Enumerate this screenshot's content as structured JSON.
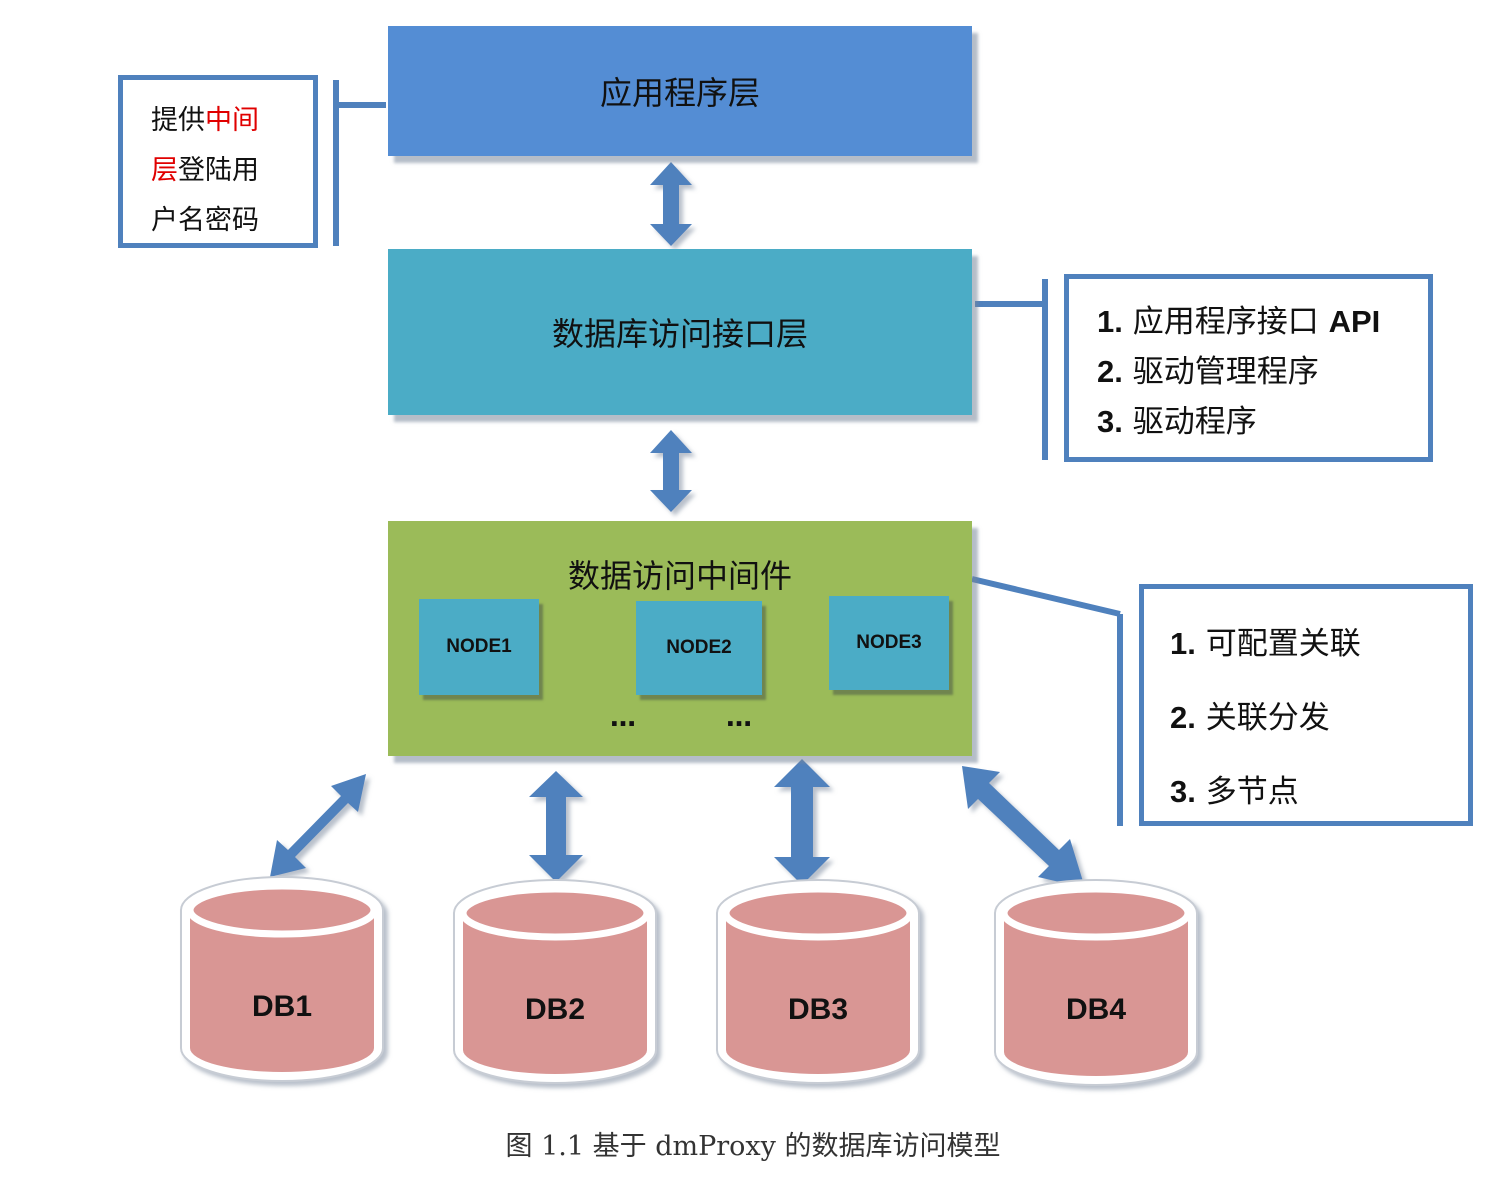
{
  "layers": {
    "application": "应用程序层",
    "access_interface": "数据库访问接口层",
    "middleware": "数据访问中间件"
  },
  "nodes": [
    "NODE1",
    "NODE2",
    "NODE3"
  ],
  "ellipses": [
    "…",
    "…"
  ],
  "notes": {
    "login": {
      "line1_a": "提供",
      "line1_b": "中间",
      "line2_a": "层",
      "line2_b": "登陆用",
      "line3": "户名密码"
    },
    "interface": [
      {
        "num": "1.",
        "text": "应用程序接口 ",
        "suffix": "API"
      },
      {
        "num": "2.",
        "text": "驱动管理程序",
        "suffix": ""
      },
      {
        "num": "3.",
        "text": "驱动程序",
        "suffix": ""
      }
    ],
    "middleware": [
      {
        "num": "1.",
        "text": "可配置关联"
      },
      {
        "num": "2.",
        "text": "关联分发"
      },
      {
        "num": "3.",
        "text": "多节点"
      }
    ]
  },
  "databases": [
    "DB1",
    "DB2",
    "DB3",
    "DB4"
  ],
  "caption": "图 1.1  基于 dmProxy 的数据库访问模型",
  "colors": {
    "application": "#548dd4",
    "access_interface": "#4bacc6",
    "middleware": "#9bbb59",
    "node": "#4bacc6",
    "database": "#d99694",
    "arrow": "#4f81bd",
    "note_border": "#4f81bd",
    "highlight": "#e00000"
  }
}
